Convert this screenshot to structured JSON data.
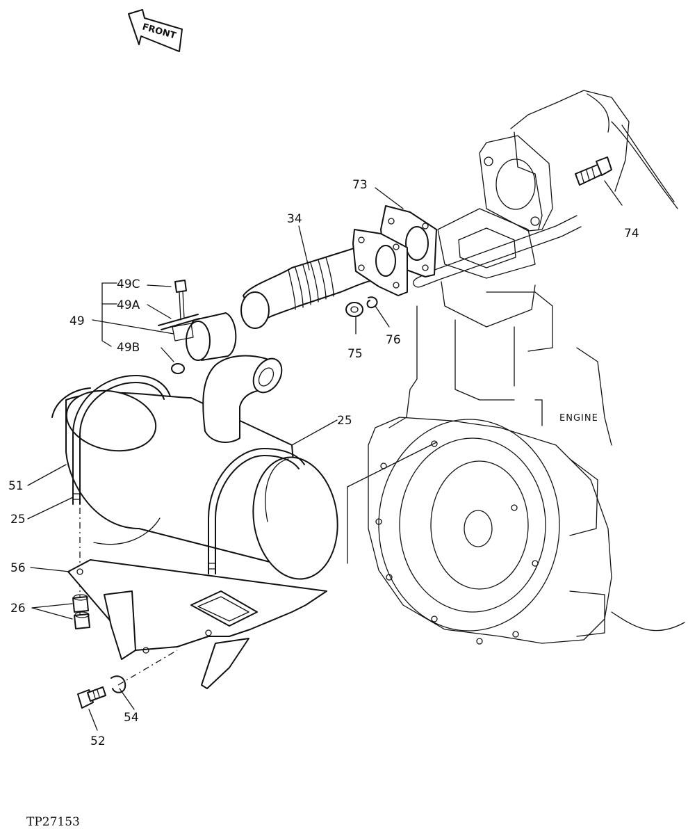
{
  "direction_label": "FRONT",
  "component_label": "ENGINE",
  "figure_number": "TP27153",
  "callouts": {
    "c34": "34",
    "c73": "73",
    "c74": "74",
    "c75": "75",
    "c76": "76",
    "c49": "49",
    "c49a": "49A",
    "c49b": "49B",
    "c49c": "49C",
    "c25_top": "25",
    "c25_left": "25",
    "c51": "51",
    "c56": "56",
    "c26": "26",
    "c54": "54",
    "c52": "52"
  }
}
